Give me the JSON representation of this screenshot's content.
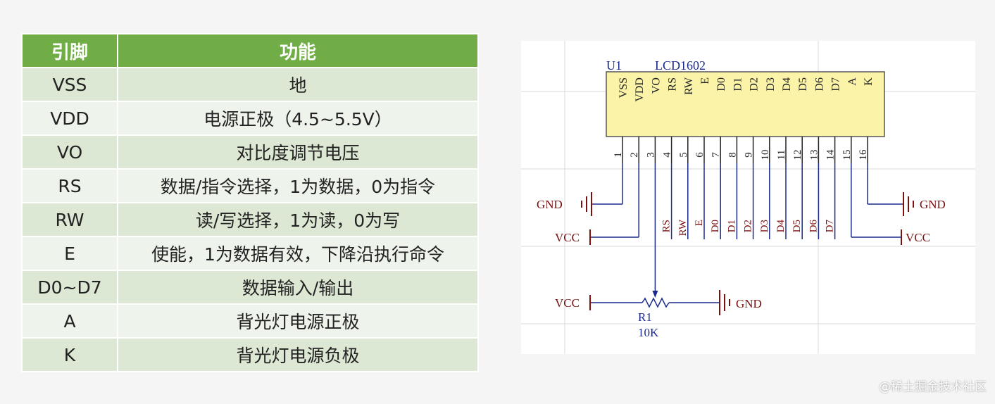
{
  "table": {
    "headers": [
      "引脚",
      "功能"
    ],
    "rows": [
      {
        "pin": "VSS",
        "function": "地"
      },
      {
        "pin": "VDD",
        "function": "电源正极（4.5~5.5V）"
      },
      {
        "pin": "VO",
        "function": "对比度调节电压"
      },
      {
        "pin": "RS",
        "function": "数据/指令选择，1为数据，0为指令"
      },
      {
        "pin": "RW",
        "function": "读/写选择，1为读，0为写"
      },
      {
        "pin": "E",
        "function": "使能，1为数据有效，下降沿执行命令"
      },
      {
        "pin": "D0~D7",
        "function": "数据输入/输出"
      },
      {
        "pin": "A",
        "function": "背光灯电源正极"
      },
      {
        "pin": "K",
        "function": "背光灯电源负极"
      }
    ]
  },
  "schematic": {
    "designator": "U1",
    "part": "LCD1602",
    "pins": [
      "VSS",
      "VDD",
      "VO",
      "RS",
      "RW",
      "E",
      "D0",
      "D1",
      "D2",
      "D3",
      "D4",
      "D5",
      "D6",
      "D7",
      "A",
      "K"
    ],
    "pin_numbers": [
      "1",
      "2",
      "3",
      "4",
      "5",
      "6",
      "7",
      "8",
      "9",
      "10",
      "11",
      "12",
      "13",
      "14",
      "15",
      "16"
    ],
    "net_labels": [
      "RS",
      "RW",
      "E",
      "D0",
      "D1",
      "D2",
      "D3",
      "D4",
      "D5",
      "D6",
      "D7"
    ],
    "gnd": "GND",
    "vcc": "VCC",
    "resistor_designator": "R1",
    "resistor_value": "10K",
    "colors": {
      "chip_fill": "#fbf3a8",
      "wire": "#1a2a8c",
      "power": "#7a1010",
      "label_blue": "#1a2a8c"
    }
  },
  "watermark": "@稀土掘金技术社区"
}
